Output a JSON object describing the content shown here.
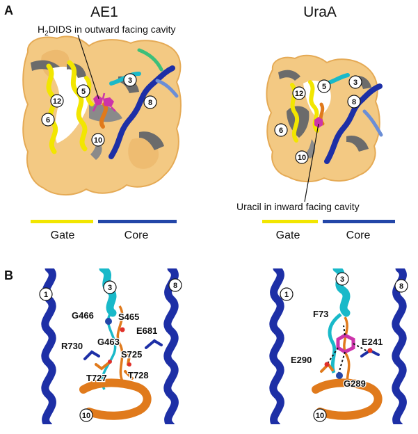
{
  "panel_labels": {
    "a": "A",
    "b": "B"
  },
  "ae1": {
    "title": "AE1",
    "callout_h2": "H",
    "callout_sub": "2",
    "callout_rest": "DIDS in outward facing cavity",
    "helices": [
      "3",
      "5",
      "8",
      "12",
      "6",
      "10"
    ]
  },
  "uraa": {
    "title": "UraA",
    "callout": "Uracil in inward facing cavity",
    "helices": [
      "12",
      "5",
      "3",
      "8",
      "6",
      "10"
    ]
  },
  "legend": {
    "gate_label": "Gate",
    "core_label": "Core",
    "gate_color": "#f2e600",
    "core_color": "#2346a8"
  },
  "panel_b_left": {
    "helices": [
      "1",
      "3",
      "8",
      "10"
    ],
    "residues": [
      "G466",
      "S465",
      "E681",
      "R730",
      "G463",
      "S725",
      "T727",
      "T728"
    ]
  },
  "panel_b_right": {
    "helices": [
      "1",
      "3",
      "8",
      "10"
    ],
    "residues": [
      "F73",
      "E241",
      "E290",
      "G289"
    ]
  },
  "colors": {
    "surface": "#f3c983",
    "surface_shadow": "#e5aa55",
    "cavity": "#6b6b6b",
    "helix_blue": "#1d2fa6",
    "helix_yellow": "#f2e600",
    "helix_cyan": "#19b9c9",
    "helix_orange": "#e07a1c",
    "ligand": "#cc33aa"
  }
}
